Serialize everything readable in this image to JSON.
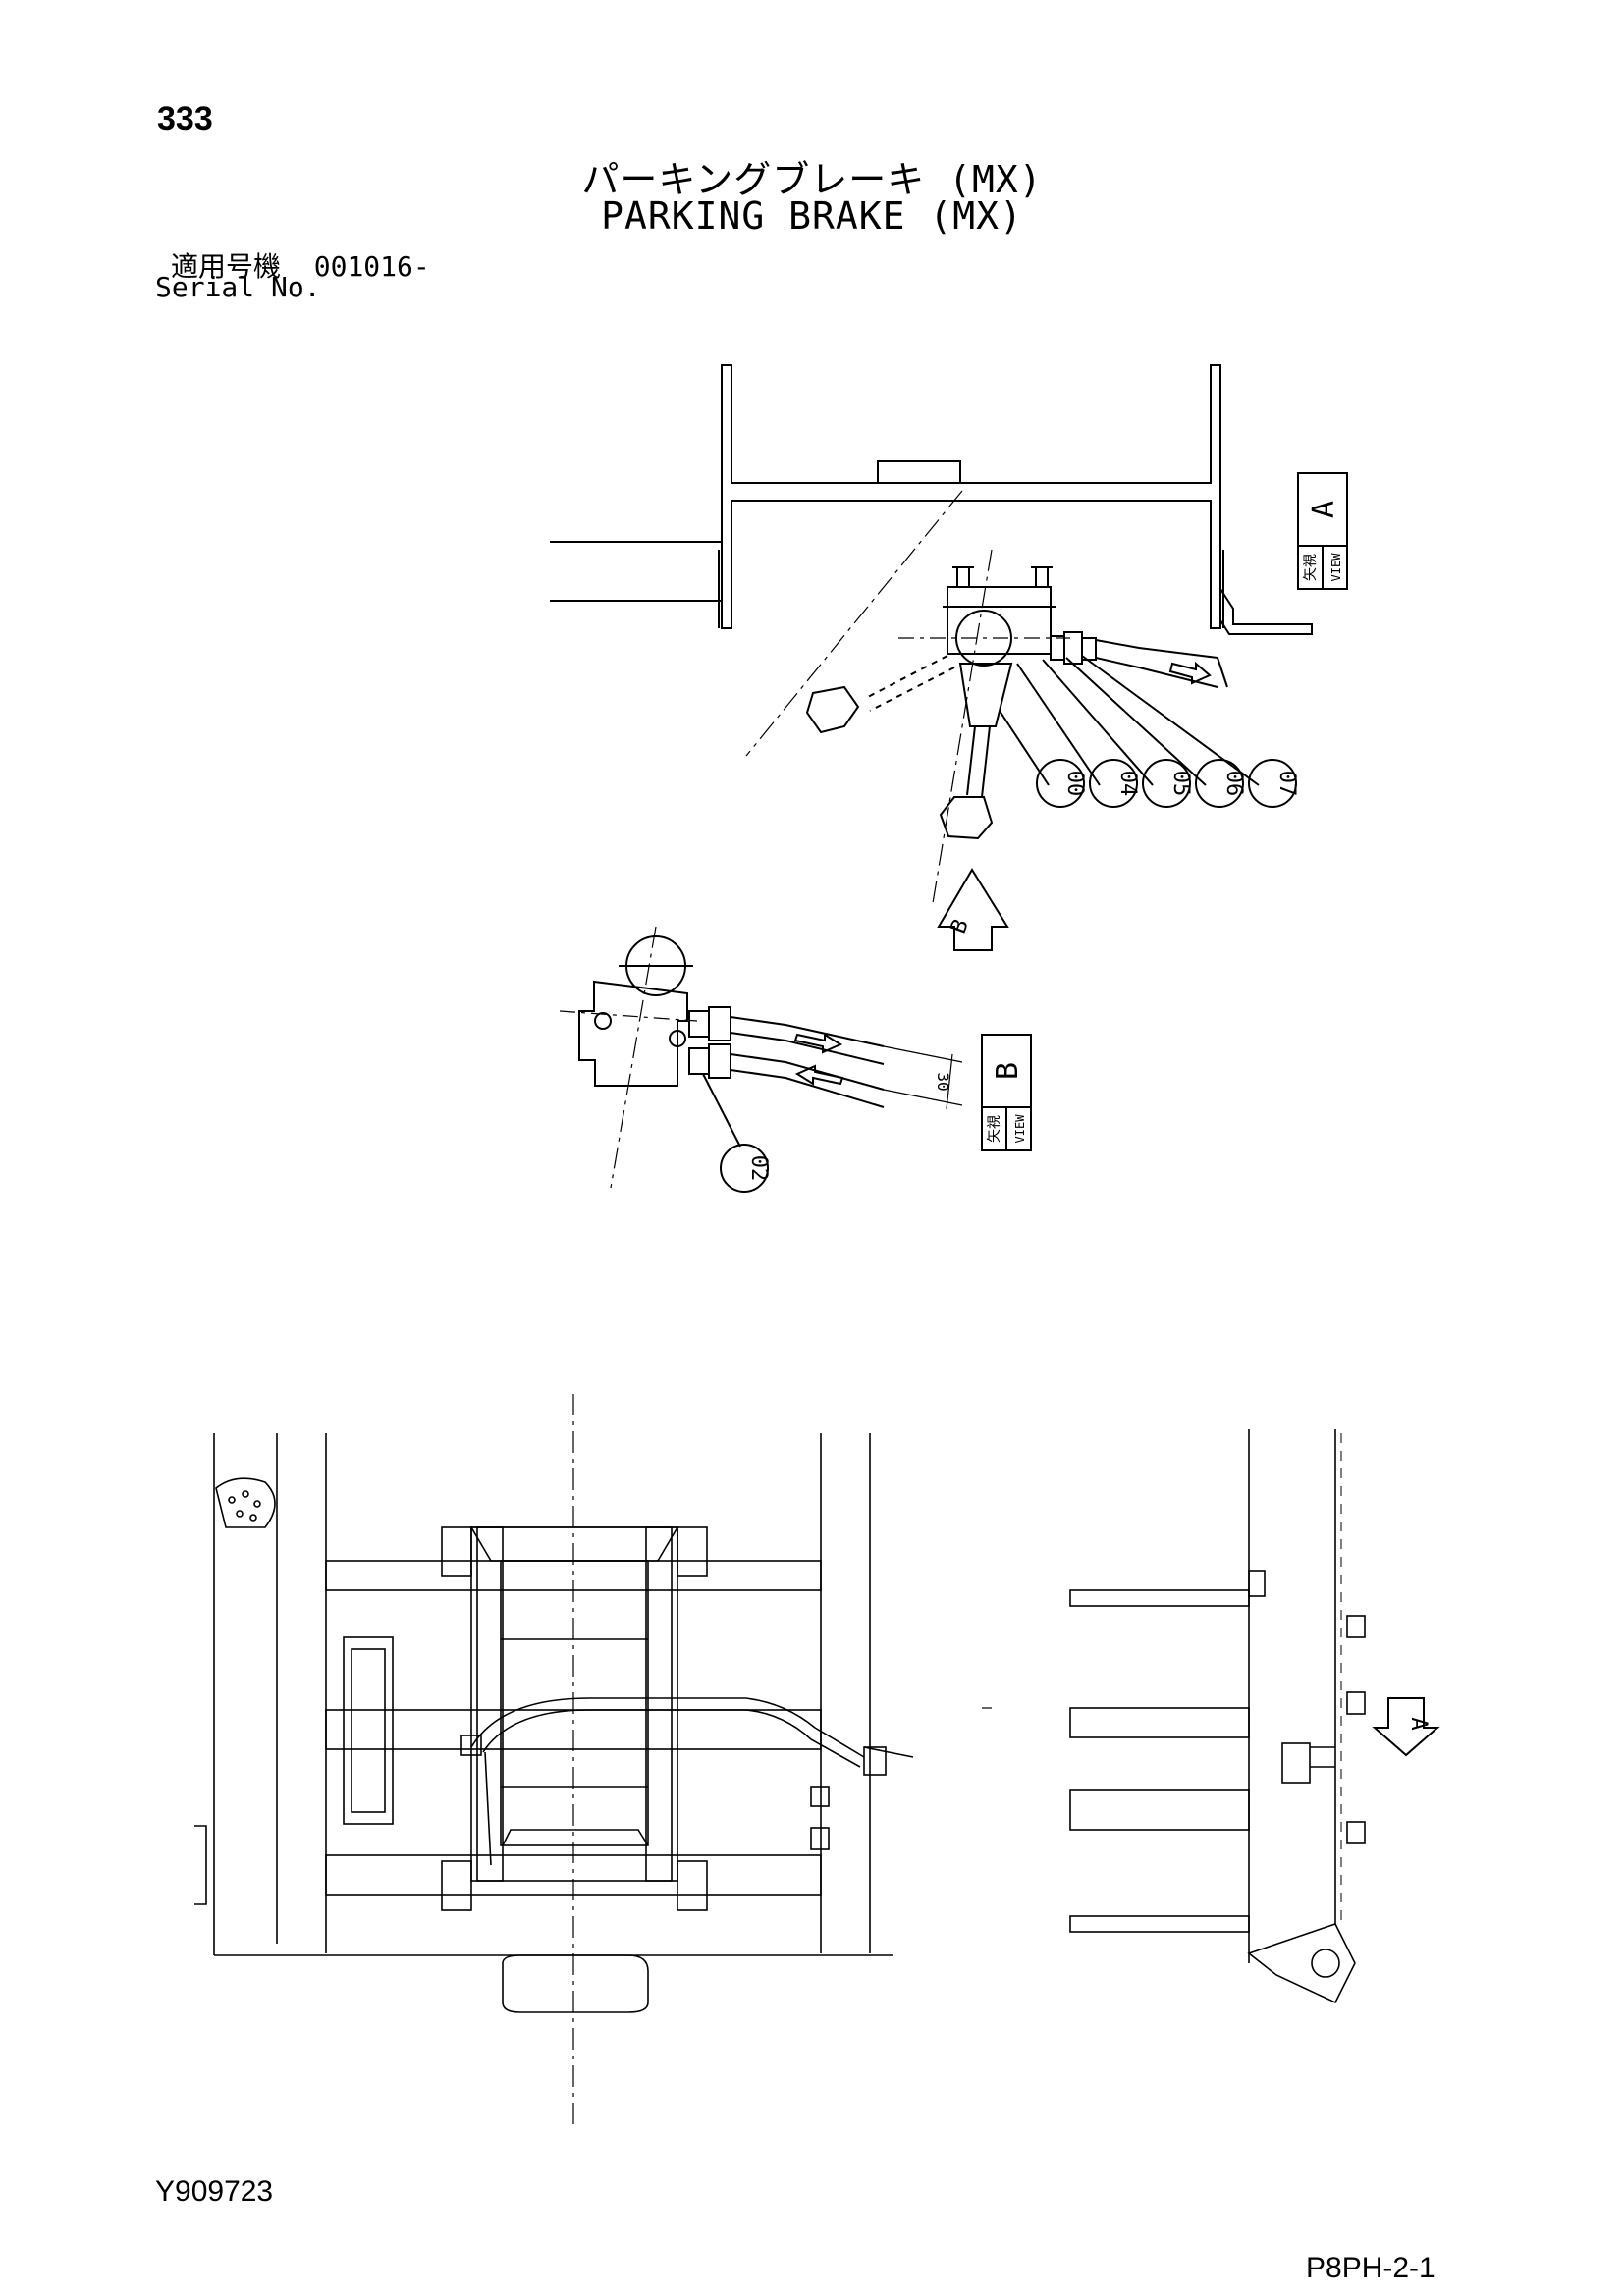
{
  "header": {
    "page_number": "333",
    "title_jp": "パーキングブレーキ (MX)",
    "title_en": "PARKING BRAKE (MX)",
    "serial_label_jp": "適用号機",
    "serial_value": "001016-",
    "serial_label_en": "Serial No."
  },
  "views": {
    "view_a": {
      "kanji": "矢視",
      "word": "VIEW",
      "letter": "A"
    },
    "view_b": {
      "kanji": "矢視",
      "word": "VIEW",
      "letter": "B"
    },
    "arrow_b_letter": "B",
    "arrow_a_letter": "A"
  },
  "callouts": [
    "00",
    "04",
    "05",
    "06",
    "07",
    "02"
  ],
  "dimension_30": "30",
  "footer": {
    "drawing_number": "Y909723",
    "sheet_number": "P8PH-2-1"
  }
}
